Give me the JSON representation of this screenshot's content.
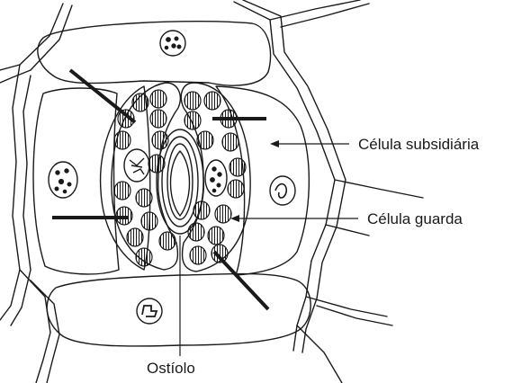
{
  "labels": {
    "subsidiary_cell": "Célula subsidiária",
    "guard_cell": "Célula guarda",
    "ostiole": "Ostíolo"
  },
  "colors": {
    "stroke": "#1a1a1a",
    "background": "#ffffff"
  }
}
